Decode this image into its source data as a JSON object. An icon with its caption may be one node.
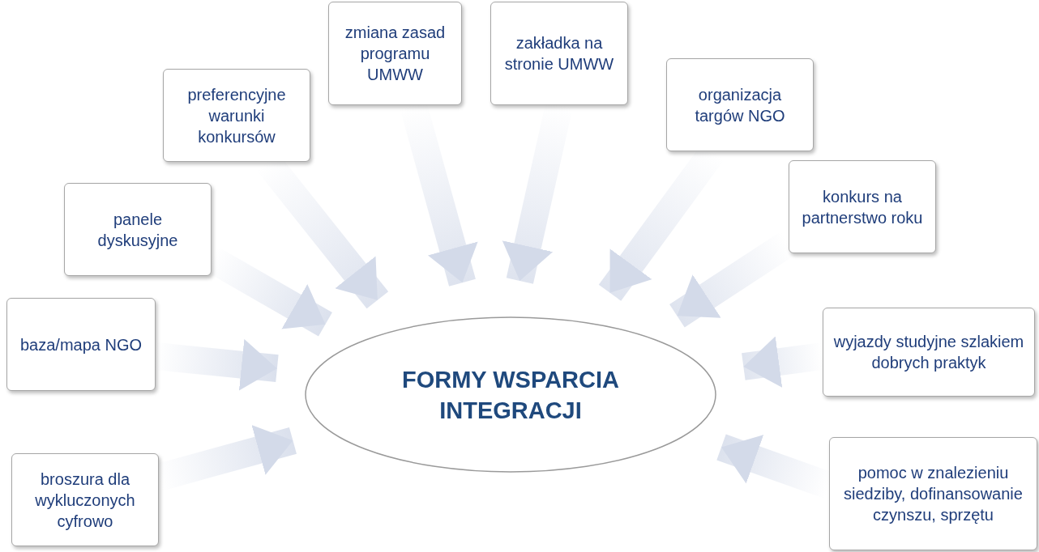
{
  "diagram": {
    "nodes": [
      {
        "text": [
          "FORMY WSPARCIA INTEGRACJI"
        ]
      },
      {
        "text": [
          "zmiana zasad programu UMWW"
        ]
      },
      {
        "text": [
          "zakładka na stronie UMWW"
        ]
      },
      {
        "text": [
          "preferencyjne warunki konkursów"
        ]
      },
      {
        "text": [
          "organizacja targów NGO"
        ]
      },
      {
        "text": [
          "panele dyskusyjne"
        ]
      },
      {
        "text": [
          "konkurs na partnerstwo roku"
        ]
      },
      {
        "text": [
          "baza/mapa NGO"
        ]
      },
      {
        "text": [
          "wyjazdy studyjne szlakiem dobrych praktyk"
        ]
      },
      {
        "text": [
          "broszura dla wykluczonych cyfrowo"
        ]
      },
      {
        "text": [
          "pomoc w znalezieniu siedziby, dofinansowanie czynszu, sprzętu"
        ]
      }
    ],
    "edges": [
      {
        "from": 1,
        "to": 0,
        "arrow": "to"
      },
      {
        "from": 2,
        "to": 0,
        "arrow": "to"
      },
      {
        "from": 3,
        "to": 0,
        "arrow": "to"
      },
      {
        "from": 4,
        "to": 0,
        "arrow": "to"
      },
      {
        "from": 5,
        "to": 0,
        "arrow": "to"
      },
      {
        "from": 6,
        "to": 0,
        "arrow": "to"
      },
      {
        "from": 7,
        "to": 0,
        "arrow": "to"
      },
      {
        "from": 8,
        "to": 0,
        "arrow": "to"
      },
      {
        "from": 9,
        "to": 0,
        "arrow": "to"
      },
      {
        "from": 10,
        "to": 0,
        "arrow": "to"
      }
    ]
  }
}
